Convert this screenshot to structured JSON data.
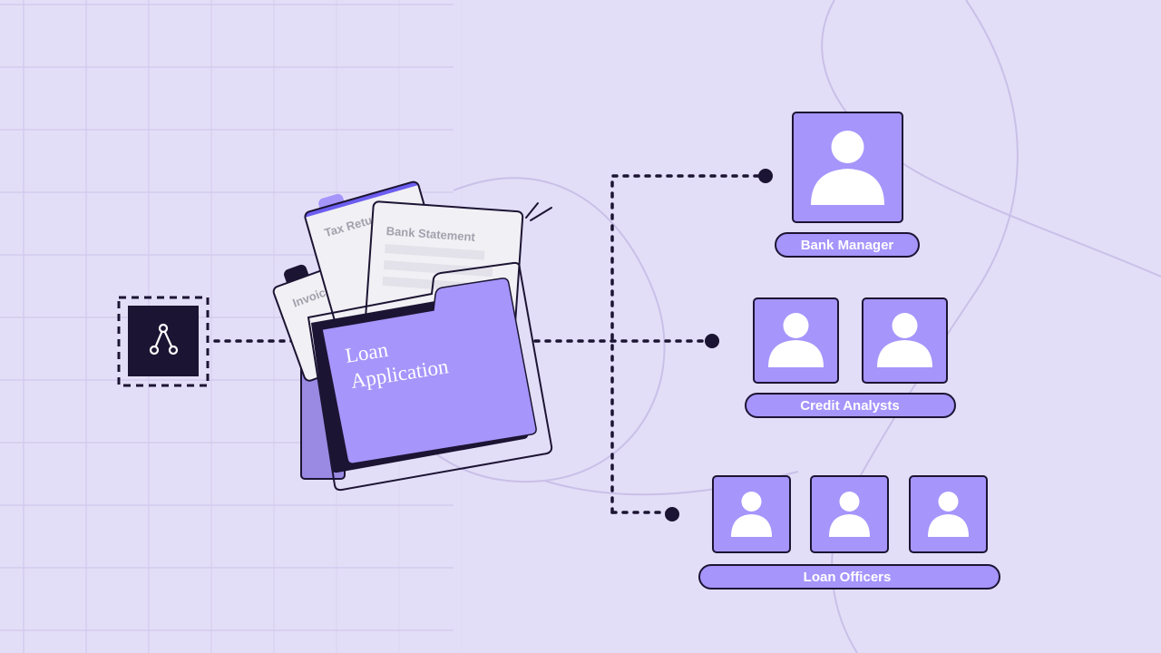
{
  "colors": {
    "background": "#e3def7",
    "grid": "#d3cbee",
    "accent": "#a695fb",
    "dark": "#1c1433",
    "paper": "#f1f0f4"
  },
  "source": {
    "icon": "branch-node-icon"
  },
  "folder": {
    "title_line1": "Loan",
    "title_line2": "Application"
  },
  "documents": {
    "invoice": "Invoice",
    "tax_return": "Tax Return",
    "bank_statement": "Bank Statement"
  },
  "groups": {
    "bank_manager": {
      "label": "Bank Manager",
      "icon": "user-icon"
    },
    "credit_analysts": {
      "label": "Credit Analysts",
      "icon": "user-icon"
    },
    "loan_officers": {
      "label": "Loan Officers",
      "icon": "user-icon"
    }
  }
}
